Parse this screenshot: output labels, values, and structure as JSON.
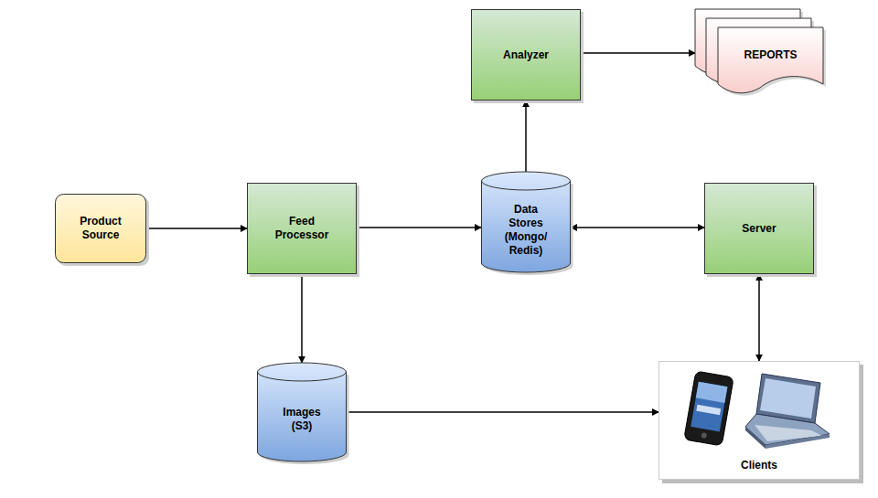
{
  "diagram": {
    "nodes": [
      {
        "text": [
          "Analyzer"
        ]
      },
      {
        "text": [
          "REPORTS"
        ]
      },
      {
        "text": [
          "Product Source"
        ]
      },
      {
        "text": [
          "Feed Processor"
        ]
      },
      {
        "text": [
          "Data Stores (Mongo/ Redis)"
        ]
      },
      {
        "text": [
          "Server"
        ]
      },
      {
        "text": [
          "Images (S3)"
        ]
      },
      {
        "text": [
          "Clients"
        ]
      }
    ],
    "edges": [
      {
        "from": 2,
        "to": 3,
        "arrow": "to"
      },
      {
        "from": 3,
        "to": 4,
        "arrow": "to"
      },
      {
        "from": 4,
        "to": 0,
        "arrow": "to"
      },
      {
        "from": 0,
        "to": 1,
        "arrow": "to"
      },
      {
        "from": 4,
        "to": 5,
        "arrow": "both"
      },
      {
        "from": 3,
        "to": 6,
        "arrow": "to"
      },
      {
        "from": 6,
        "to": 7,
        "arrow": "to"
      },
      {
        "from": 5,
        "to": 7,
        "arrow": "both"
      }
    ]
  }
}
